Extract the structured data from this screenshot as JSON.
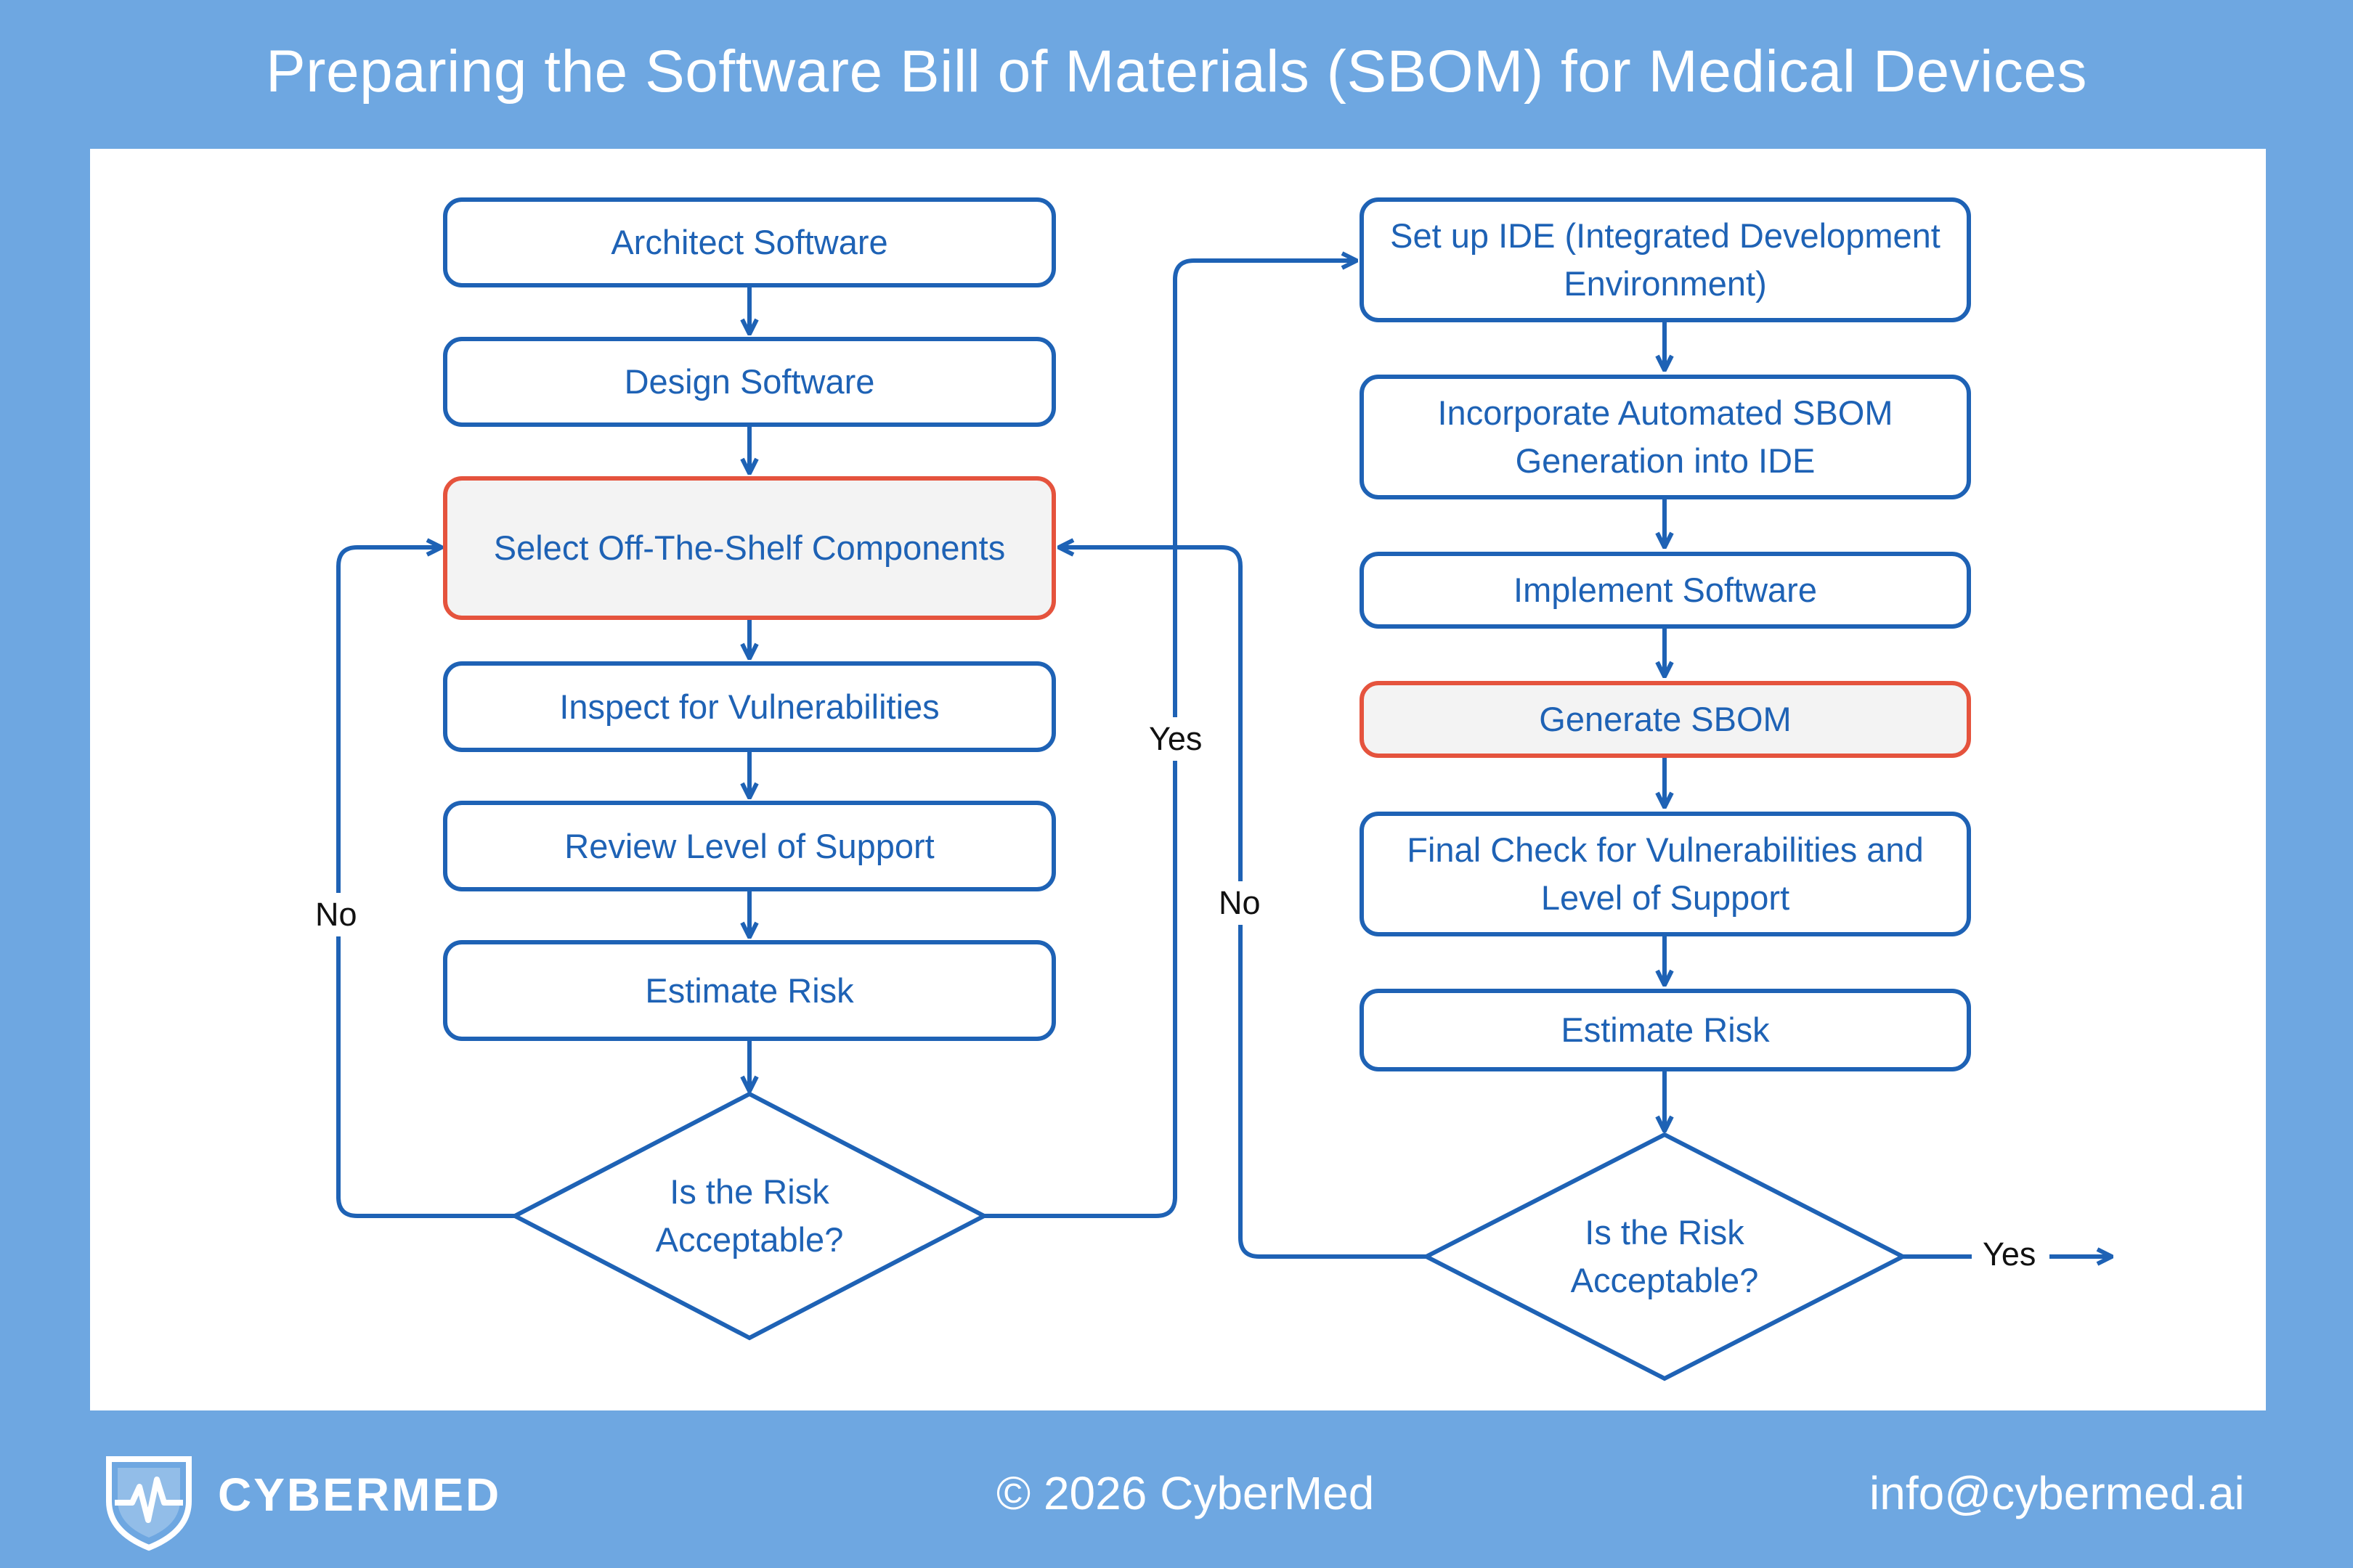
{
  "title": "Preparing the Software Bill of Materials (SBOM) for Medical Devices",
  "left_column": {
    "steps": [
      "Architect Software",
      "Design Software",
      "Select Off-The-Shelf Components",
      "Inspect for Vulnerabilities",
      "Review Level of Support",
      "Estimate Risk"
    ],
    "decision": "Is the Risk Acceptable?",
    "no_label": "No",
    "yes_label": "Yes"
  },
  "right_column": {
    "steps": [
      "Set up IDE (Integrated Development Environment)",
      "Incorporate Automated SBOM Generation into IDE",
      "Implement Software",
      "Generate SBOM",
      "Final Check for Vulnerabilities and Level of Support",
      "Estimate Risk"
    ],
    "decision": "Is the Risk Acceptable?",
    "no_label": "No",
    "yes_label": "Yes"
  },
  "colors": {
    "background": "#6ea7e1",
    "flow_blue": "#1e62b5",
    "highlight_border": "#e5533d",
    "highlight_fill": "#f3f3f3"
  },
  "footer": {
    "logo_text": "CYBERMED",
    "logo_icon": "shield-heartbeat-icon",
    "copyright": "© 2026 CyberMed",
    "email": "info@cybermed.ai"
  }
}
